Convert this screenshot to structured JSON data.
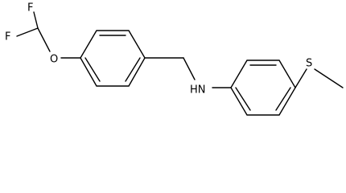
{
  "atoms": {
    "f1": "F",
    "f2": "F",
    "o": "O",
    "nh": "HN",
    "s": "S"
  },
  "colors": {
    "bond": "#000000",
    "label": "#000000",
    "background": "#ffffff"
  }
}
